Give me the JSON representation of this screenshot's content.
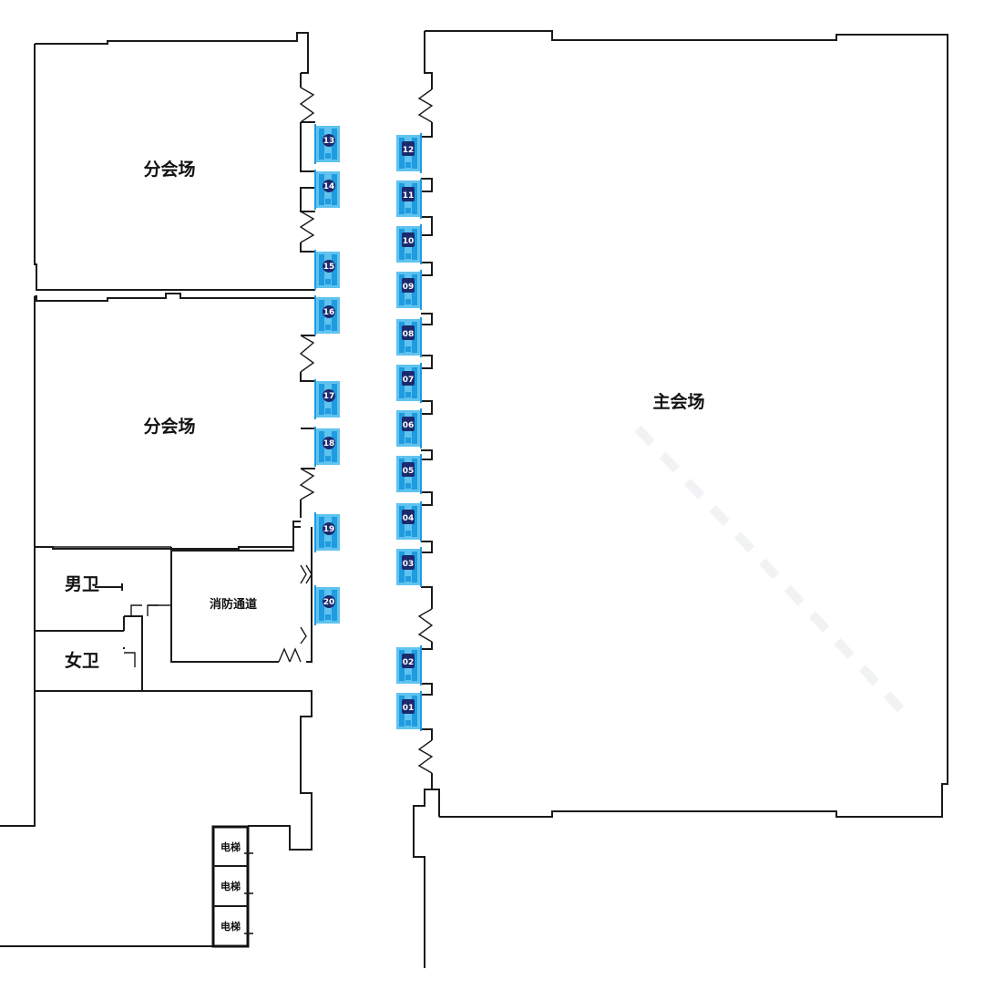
{
  "floorplan": {
    "rooms": {
      "sub_hall_1": "分会场",
      "sub_hall_2": "分会场",
      "main_hall": "主会场",
      "mens_restroom": "男卫",
      "womens_restroom": "女卫",
      "fire_exit": "消防通道",
      "elevator_1": "电梯",
      "elevator_2": "电梯",
      "elevator_3": "电梯"
    },
    "booths_left": [
      "13",
      "14",
      "15",
      "16",
      "17",
      "18",
      "19",
      "20"
    ],
    "booths_right": [
      "12",
      "11",
      "10",
      "09",
      "08",
      "07",
      "06",
      "05",
      "04",
      "03",
      "02",
      "01"
    ],
    "colors": {
      "booth_light": "#5fc3ef",
      "booth_mid": "#1f9be0",
      "booth_badge": "#1b2a6e",
      "wall": "#1a1a1a"
    }
  }
}
